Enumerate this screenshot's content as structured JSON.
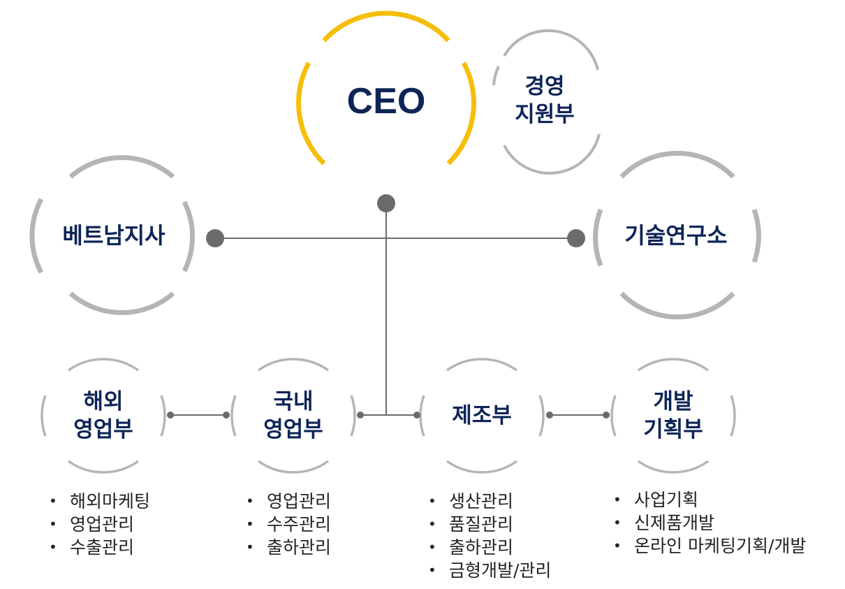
{
  "ceo": {
    "label": "CEO"
  },
  "support": {
    "line1": "경영",
    "line2": "지원부"
  },
  "vietnam": {
    "label": "베트남지사"
  },
  "lab": {
    "label": "기술연구소"
  },
  "departments": [
    {
      "line1": "해외",
      "line2": "영업부",
      "items": [
        "해외마케팅",
        "영업관리",
        "수출관리"
      ]
    },
    {
      "line1": "국내",
      "line2": "영업부",
      "items": [
        "영업관리",
        "수주관리",
        "출하관리"
      ]
    },
    {
      "line1": "제조부",
      "line2": "",
      "items": [
        "생산관리",
        "품질관리",
        "출하관리",
        "금형개발/관리"
      ]
    },
    {
      "line1": "개발",
      "line2": "기획부",
      "items": [
        "사업기획",
        "신제품개발",
        "온라인 마케팅기획/개발"
      ]
    }
  ],
  "colors": {
    "ceo_ring": "#f5be0a",
    "ring": "#b5b5b5",
    "connector": "#6b6b6b",
    "text": "#0d2457"
  }
}
